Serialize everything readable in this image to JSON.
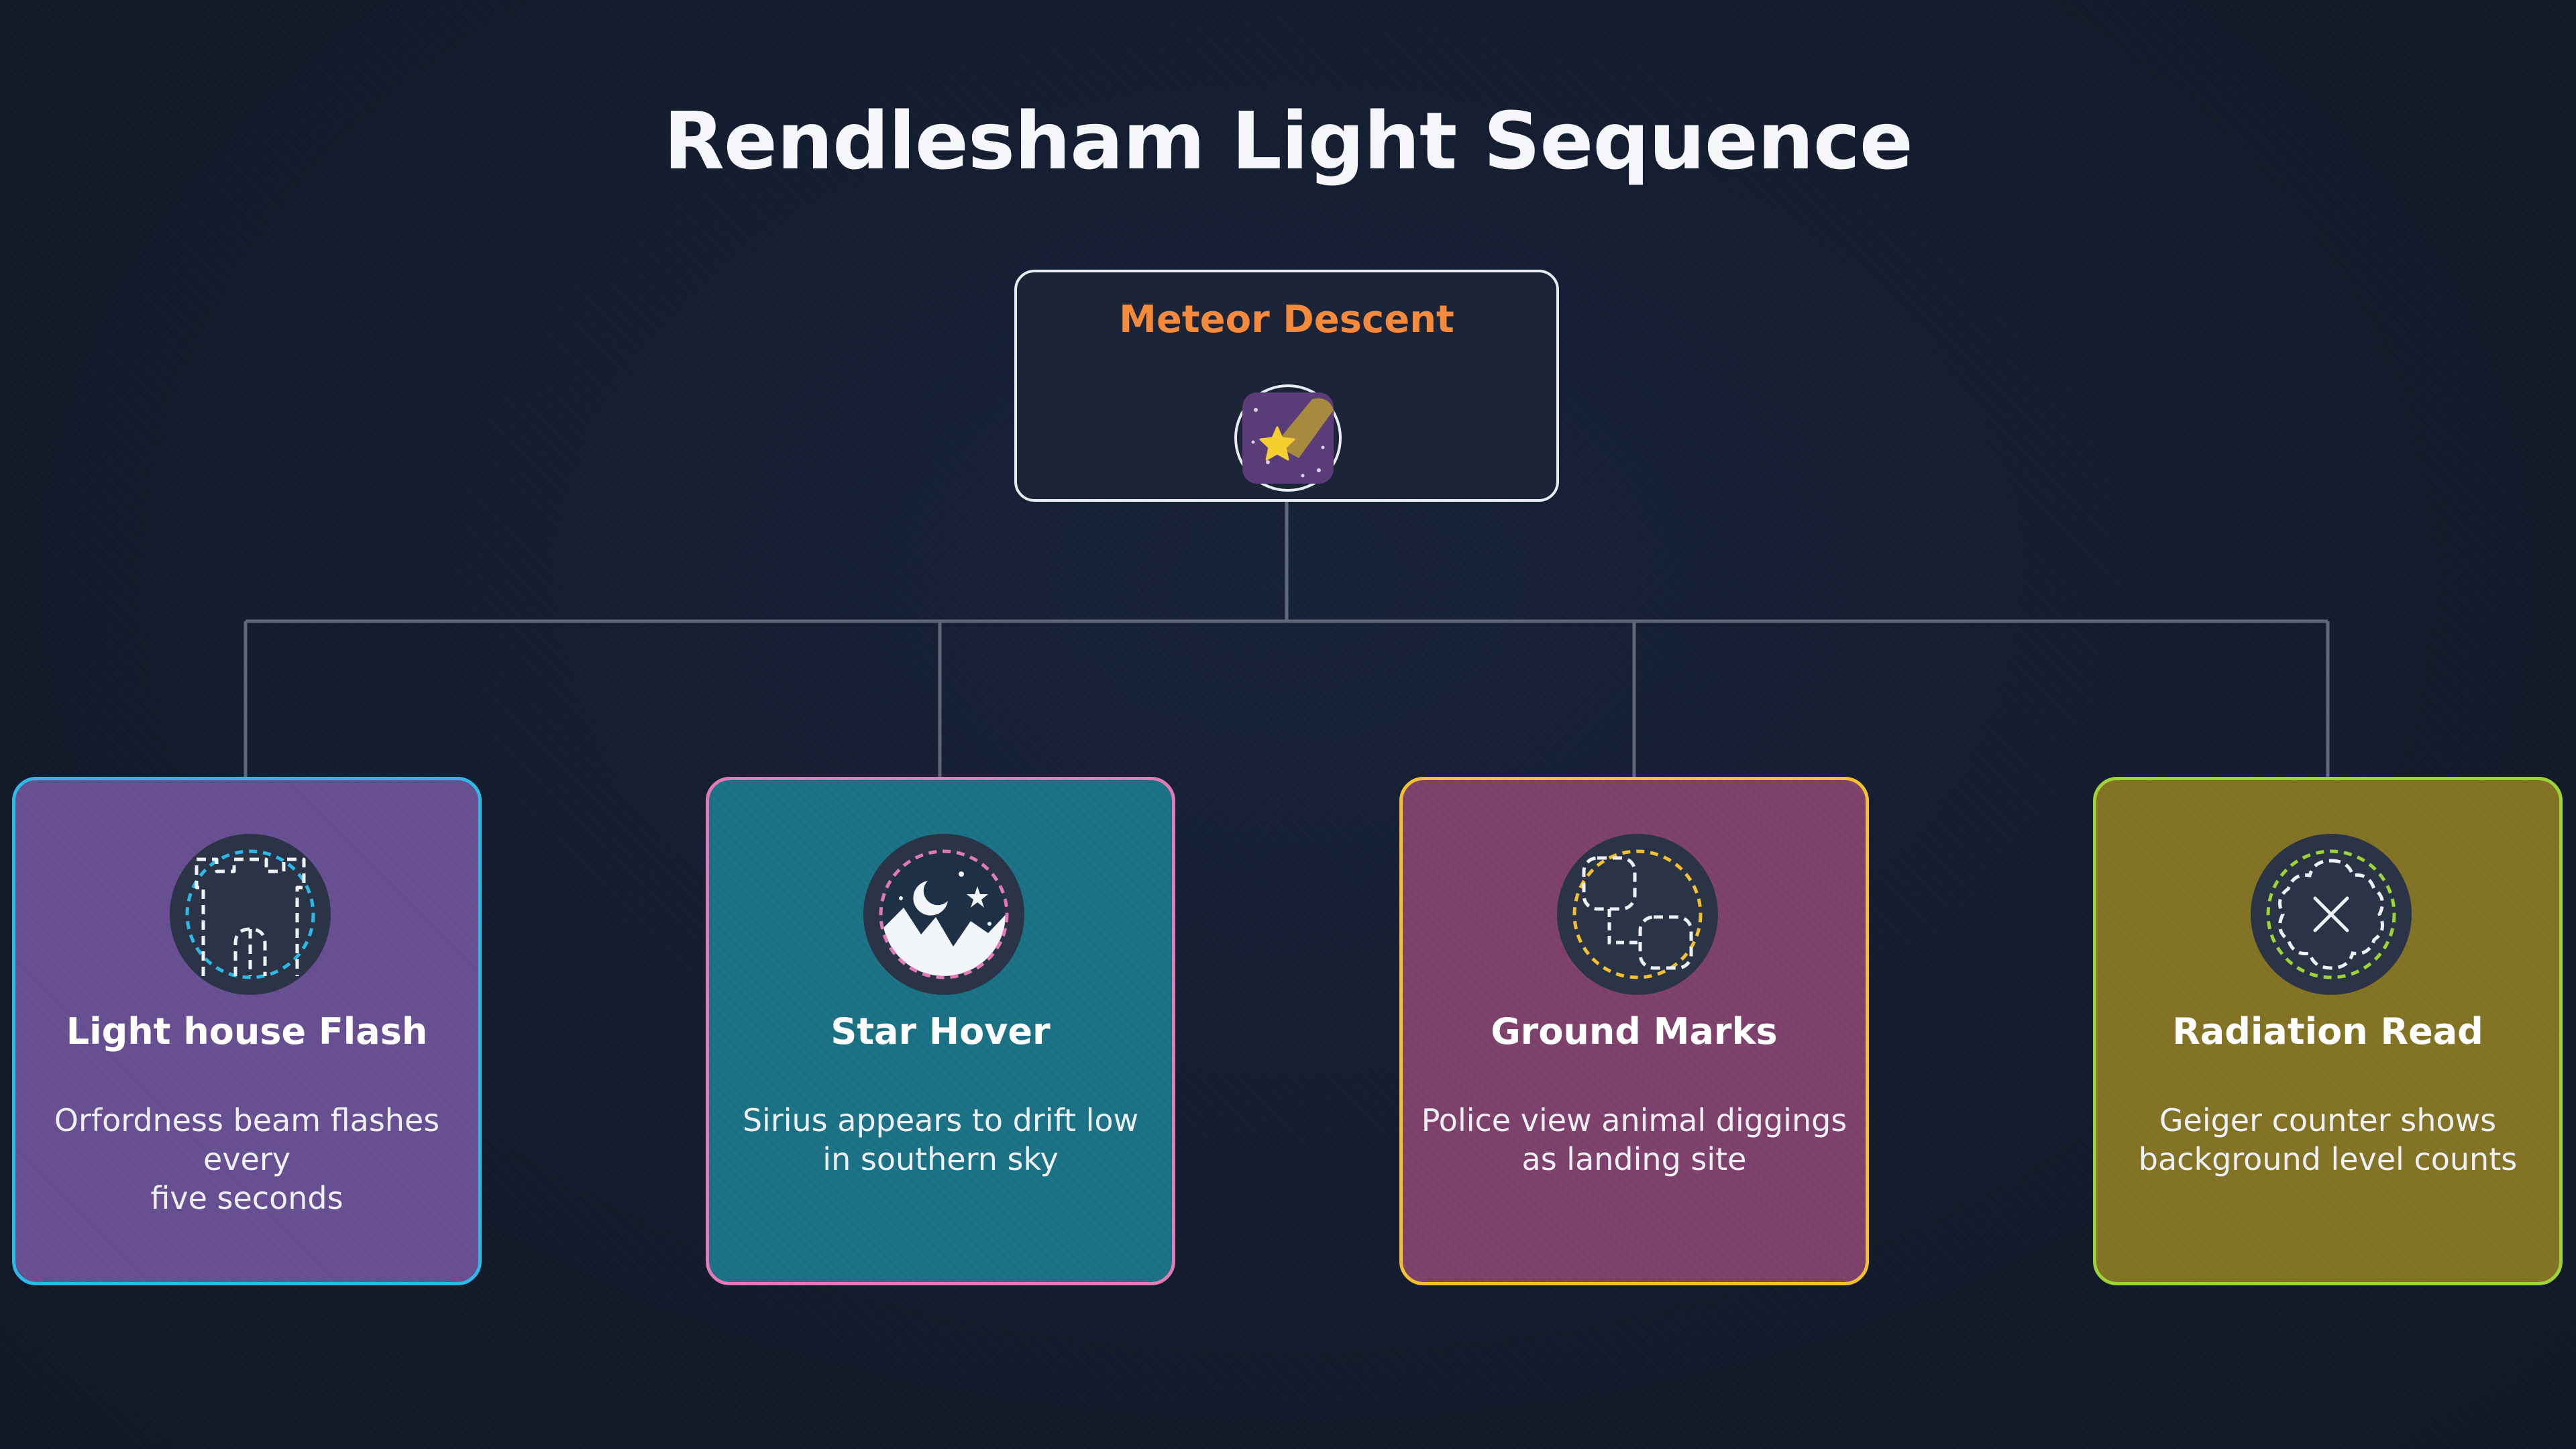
{
  "title": "Rendlesham Light Sequence",
  "root": {
    "label": "Meteor Descent",
    "icon": "meteor-icon",
    "label_color": "#f58a3c"
  },
  "children": [
    {
      "title": "Light house Flash",
      "description": "Orfordness beam flashes every\nfive seconds",
      "icon": "lighthouse-tower-icon",
      "fill": "#664e90",
      "border": "#2cb9e6"
    },
    {
      "title": "Star Hover",
      "description": "Sirius appears to drift low\nin southern sky",
      "icon": "night-sky-icon",
      "fill": "#1b7184",
      "border": "#e07bb7"
    },
    {
      "title": "Ground Marks",
      "description": "Police view animal diggings\nas landing site",
      "icon": "ground-marks-icon",
      "fill": "#7d406b",
      "border": "#f3c12f"
    },
    {
      "title": "Radiation Read",
      "description": "Geiger counter shows\nbackground level counts",
      "icon": "radiation-reading-icon",
      "fill": "#817224",
      "border": "#9ed337"
    }
  ],
  "colors": {
    "background": "#141d2d",
    "connector": "#5e6878",
    "root_fill": "#1b2537",
    "root_border": "#e8ecf2",
    "icon_disc": "#2b3346"
  }
}
